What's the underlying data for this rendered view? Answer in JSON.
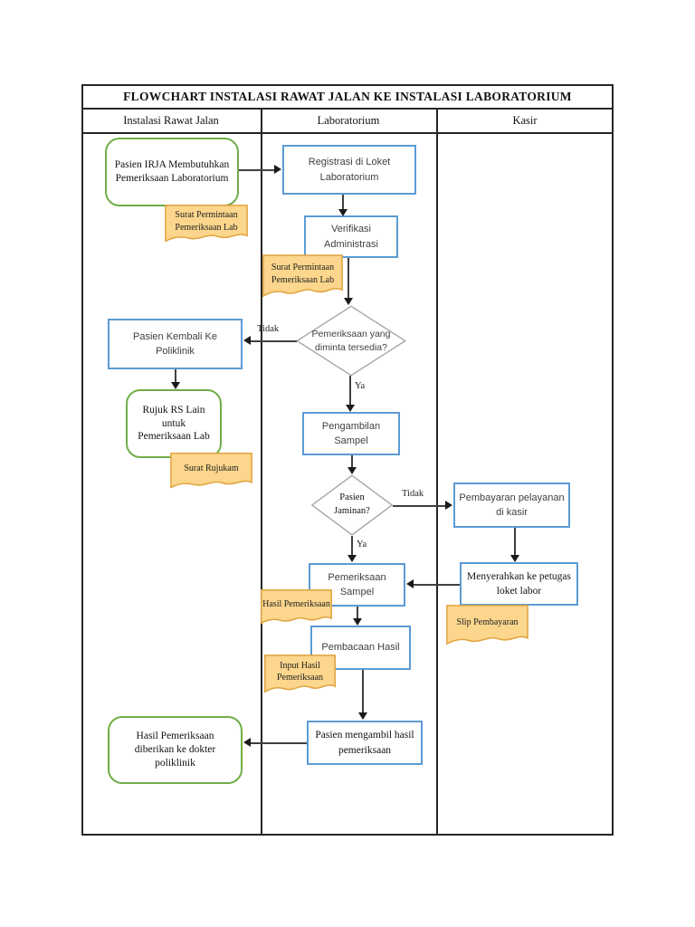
{
  "title": "FLOWCHART INSTALASI RAWAT JALAN KE INSTALASI LABORATORIUM",
  "lanes": [
    {
      "label": "Instalasi Rawat Jalan"
    },
    {
      "label": "Laboratorium"
    },
    {
      "label": "Kasir"
    }
  ],
  "nodes": {
    "pasien_irja": {
      "label": "Pasien IRJA Membutuhkan Pemeriksaan Laboratorium",
      "type": "terminator"
    },
    "registrasi": {
      "label": "Registrasi di Loket Laboratorium",
      "type": "process"
    },
    "verifikasi": {
      "label": "Verifikasi Administrasi",
      "type": "process"
    },
    "cek_tersedia": {
      "label": "Pemeriksaan yang diminta tersedia?",
      "type": "decision"
    },
    "pasien_kembali": {
      "label": "Pasien Kembali Ke Poliklinik",
      "type": "process"
    },
    "rujuk": {
      "label": "Rujuk RS Lain untuk Pemeriksaan Lab",
      "type": "terminator"
    },
    "pengambilan": {
      "label": "Pengambilan Sampel",
      "type": "process"
    },
    "pasien_jaminan": {
      "label": "Pasien Jaminan?",
      "type": "decision"
    },
    "pembayaran": {
      "label": "Pembayaran pelayanan di kasir",
      "type": "process"
    },
    "menyerahkan": {
      "label": "Menyerahkan ke petugas loket labor",
      "type": "process"
    },
    "pemeriksaan_sampel": {
      "label": "Pemeriksaan Sampel",
      "type": "process"
    },
    "pembacaan": {
      "label": "Pembacaan Hasil",
      "type": "process"
    },
    "pasien_mengambil": {
      "label": "Pasien mengambil hasil pemeriksaan",
      "type": "process"
    },
    "hasil_diberikan": {
      "label": "Hasil Pemeriksaan diberikan ke dokter poliklinik",
      "type": "terminator"
    }
  },
  "notes": {
    "surat_permintaan_1": "Surat Permintaan Pemeriksaan Lab",
    "surat_permintaan_2": "Surat Permintaan Pemeriksaan Lab",
    "surat_rujukam": "Surat Rujukam",
    "hasil_pemeriksaan": "Hasil Pemeriksaan",
    "slip_pembayaran": "Slip Pembayaran",
    "input_hasil": "Input Hasil Pemeriksaan"
  },
  "edge_labels": {
    "tidak1": "Tidak",
    "ya1": "Ya",
    "tidak2": "Tidak",
    "ya2": "Ya"
  },
  "colors": {
    "process_border": "#5B9BD5",
    "terminator_border": "#70AD47",
    "decision_border": "#A6A6A6",
    "note_fill": "#FBD68C",
    "note_border": "#E0A33E",
    "line": "#404040",
    "frame": "#262626"
  }
}
